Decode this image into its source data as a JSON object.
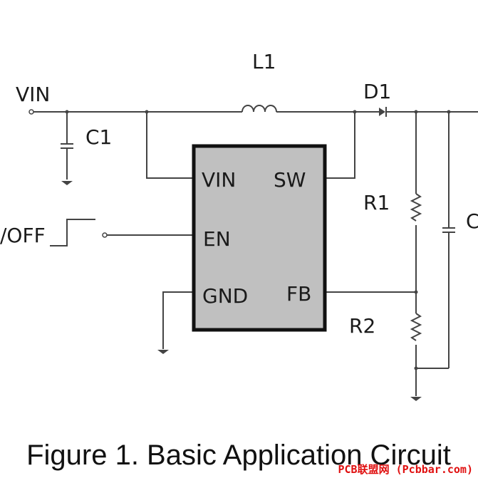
{
  "labels": {
    "vin": "VIN",
    "l1": "L1",
    "d1": "D1",
    "c1": "C1",
    "r1": "R1",
    "r2": "R2",
    "c_out": "C",
    "en_ctrl": "/OFF"
  },
  "ic_pins": {
    "vin": "VIN",
    "sw": "SW",
    "en": "EN",
    "gnd": "GND",
    "fb": "FB"
  },
  "caption": "Figure 1. Basic Application Circuit",
  "watermark": "PCB联盟网 (Pcbbar.com)",
  "colors": {
    "ic_fill": "#c0c0c0",
    "wire": "#444444",
    "watermark_red": "#e01010"
  }
}
